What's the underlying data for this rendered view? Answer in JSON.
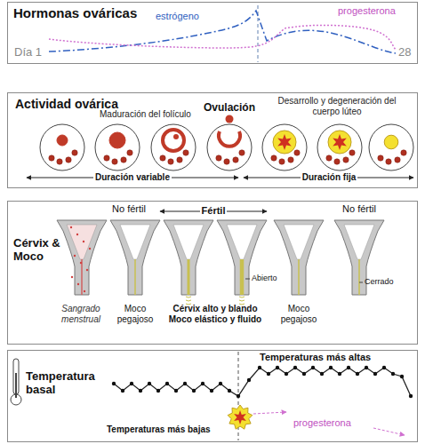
{
  "diagram": {
    "nodes": [
      {
        "text": [
          "Hormonas ováricas"
        ]
      },
      {
        "text": [
          "Actividad ovárica"
        ]
      },
      {
        "text": [
          "Cérvix & Moco"
        ]
      },
      {
        "text": [
          "Temperatura basal"
        ]
      }
    ],
    "labels": [
      "estrógeno",
      "progesterona",
      "Día 1",
      "28",
      "Maduración del folículo",
      "Ovulación",
      "Desarrollo y degeneración del cuerpo lúteo",
      "Duración variable",
      "Duración fija",
      "No fértil",
      "Fértil",
      "No fértil",
      "Abierto",
      "Cerrado",
      "Sangrado menstrual",
      "Moco pegajoso",
      "Cérvix alto y blando Moco elástico y fluido",
      "Moco pegajoso",
      "Temperaturas más altas",
      "Temperaturas más bajas",
      "progesterona"
    ]
  }
}
